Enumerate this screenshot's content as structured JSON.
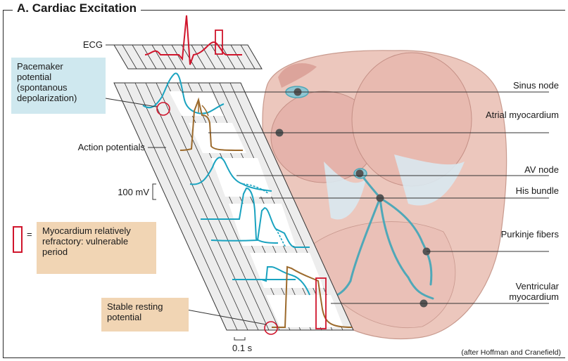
{
  "title": "A. Cardiac Excitation",
  "labels": {
    "ecg": "ECG",
    "pacemaker": "Pacemaker potential (spontanous depolarization)",
    "action_potentials": "Action potentials",
    "scale_mv": "100 mV",
    "vulnerable_eq": "=",
    "vulnerable": "Myocardium relatively refractory: vulnerable period",
    "stable": "Stable resting potential",
    "time_scale": "0.1 s",
    "sinus_node": "Sinus node",
    "atrial_myocardium": "Atrial myocardium",
    "av_node": "AV node",
    "his_bundle": "His bundle",
    "purkinje": "Purkinje fibers",
    "ventricular": "Ventricular myocardium",
    "credit": "(after Hoffman and Cranefield)"
  },
  "colors": {
    "ecg_trace": "#d0152c",
    "pacemaker_trace": "#1aa3c0",
    "myocardium_trace": "#9c6a2c",
    "highlight_box": "#d0152c",
    "label_blue_bg": "#cfe8ef",
    "label_tan_bg": "#f1d5b4"
  }
}
